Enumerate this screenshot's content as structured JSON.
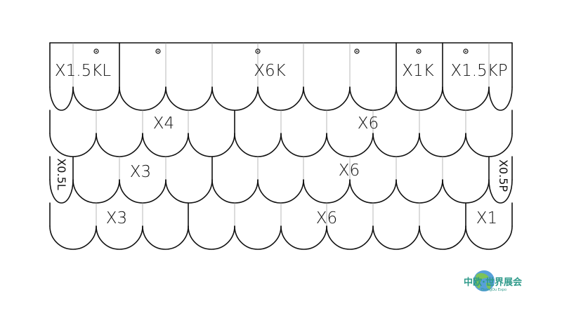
{
  "diagram": {
    "labels": {
      "top_left": "X1.5KL",
      "top_middle": "X6K",
      "top_x1k": "X1K",
      "top_right": "X1.5KP",
      "row2_left": "X4",
      "row2_right": "X6",
      "row3_left_side": "X0.5L",
      "row3_left": "X3",
      "row3_right": "X6",
      "row3_right_side": "X0.5P",
      "row4_left": "X3",
      "row4_middle": "X6",
      "row4_right": "X1"
    }
  },
  "watermark": {
    "text_cn": "中欧·世界展会",
    "text_en": "ZhongOu Expo",
    "colors": {
      "text": "#2e9a8a",
      "globe_green": "#7cc35a",
      "globe_blue": "#3a8fd4"
    }
  }
}
